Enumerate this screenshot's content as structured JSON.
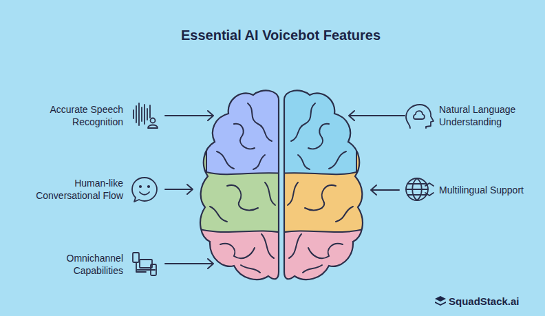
{
  "diagram": {
    "title": "Essential AI Voicebot Features",
    "labels": [
      "Accurate Speech Recognition",
      "Natural Language Understanding",
      "Human-like Conversational Flow",
      "Multilingual Support",
      "Omnichannel Capabilities",
      "SquadStack.ai"
    ]
  }
}
